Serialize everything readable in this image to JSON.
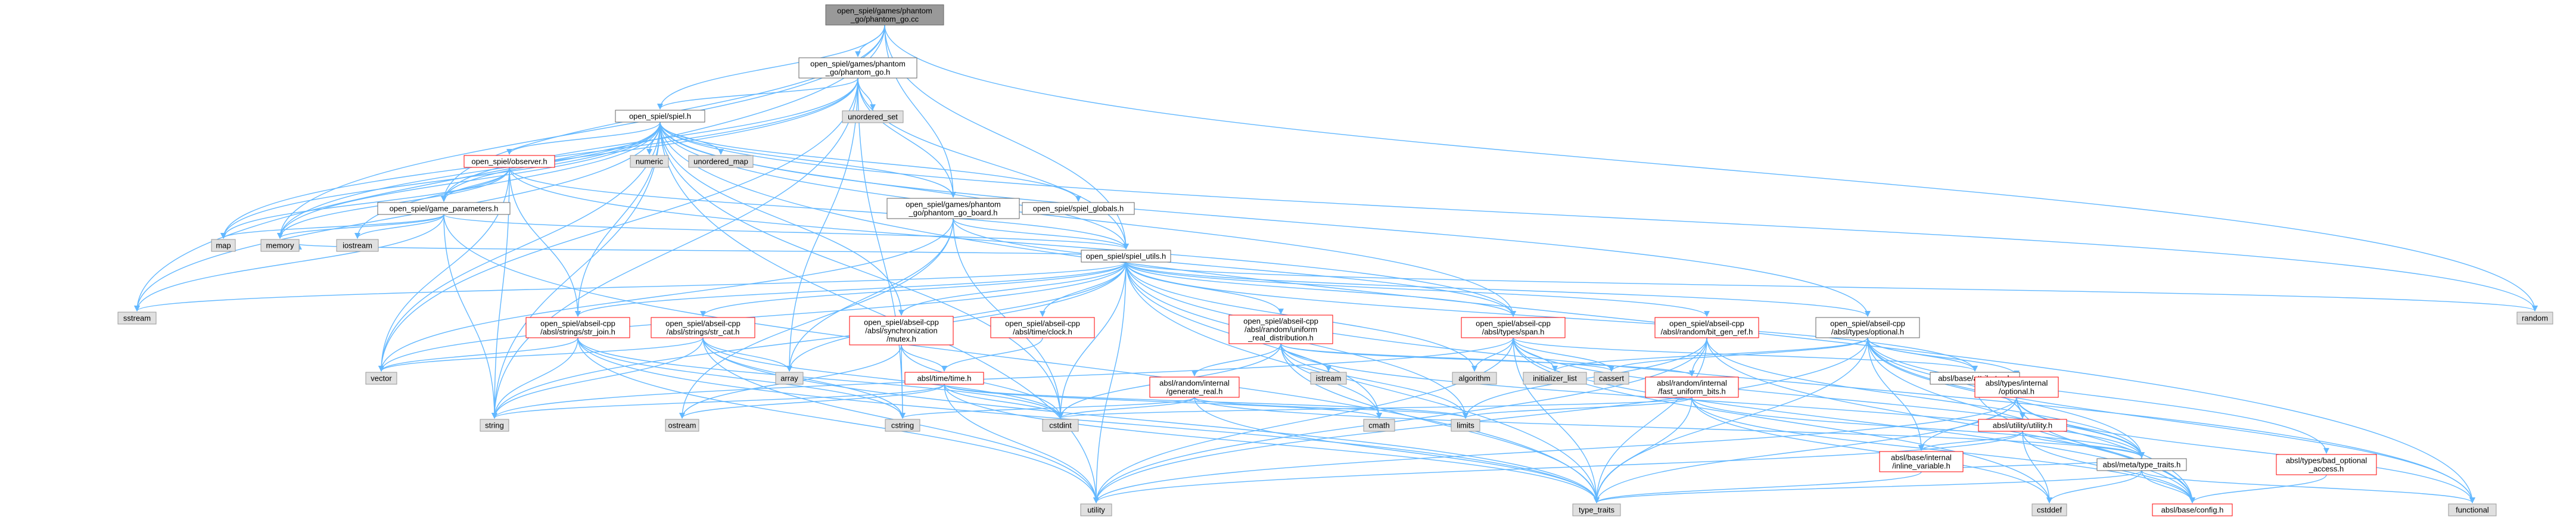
{
  "diagram": {
    "nodes": [
      {
        "id": "root",
        "kind": "root",
        "lines": [
          "open_spiel/games/phantom",
          "_go/phantom_go.cc"
        ]
      },
      {
        "id": "pg_h",
        "kind": "normal",
        "lines": [
          "open_spiel/games/phantom",
          "_go/phantom_go.h"
        ]
      },
      {
        "id": "spiel_h",
        "kind": "normal",
        "lines": [
          "open_spiel/spiel.h"
        ]
      },
      {
        "id": "unordered_set",
        "kind": "gray",
        "lines": [
          "unordered_set"
        ]
      },
      {
        "id": "numeric",
        "kind": "gray",
        "lines": [
          "numeric"
        ]
      },
      {
        "id": "unordered_map",
        "kind": "gray",
        "lines": [
          "unordered_map"
        ]
      },
      {
        "id": "observer_h",
        "kind": "red",
        "lines": [
          "open_spiel/observer.h"
        ]
      },
      {
        "id": "game_params_h",
        "kind": "normal",
        "lines": [
          "open_spiel/game_parameters.h"
        ]
      },
      {
        "id": "board_h",
        "kind": "normal",
        "lines": [
          "open_spiel/games/phantom",
          "_go/phantom_go_board.h"
        ]
      },
      {
        "id": "globals_h",
        "kind": "normal",
        "lines": [
          "open_spiel/spiel_globals.h"
        ]
      },
      {
        "id": "utils_h",
        "kind": "normal",
        "lines": [
          "open_spiel/spiel_utils.h"
        ]
      },
      {
        "id": "map",
        "kind": "gray",
        "lines": [
          "map"
        ]
      },
      {
        "id": "memory",
        "kind": "gray",
        "lines": [
          "memory"
        ]
      },
      {
        "id": "iostream",
        "kind": "gray",
        "lines": [
          "iostream"
        ]
      },
      {
        "id": "sstream",
        "kind": "gray",
        "lines": [
          "sstream"
        ]
      },
      {
        "id": "random",
        "kind": "gray",
        "lines": [
          "random"
        ]
      },
      {
        "id": "str_join_h",
        "kind": "red",
        "lines": [
          "open_spiel/abseil-cpp",
          "/absl/strings/str_join.h"
        ]
      },
      {
        "id": "str_cat_h",
        "kind": "red",
        "lines": [
          "open_spiel/abseil-cpp",
          "/absl/strings/str_cat.h"
        ]
      },
      {
        "id": "mutex_h",
        "kind": "red",
        "lines": [
          "open_spiel/abseil-cpp",
          "/absl/synchronization",
          "/mutex.h"
        ]
      },
      {
        "id": "clock_h",
        "kind": "red",
        "lines": [
          "open_spiel/abseil-cpp",
          "/absl/time/clock.h"
        ]
      },
      {
        "id": "uniform_h",
        "kind": "red",
        "lines": [
          "open_spiel/abseil-cpp",
          "/absl/random/uniform",
          "_real_distribution.h"
        ]
      },
      {
        "id": "span_h",
        "kind": "red",
        "lines": [
          "open_spiel/abseil-cpp",
          "/absl/types/span.h"
        ]
      },
      {
        "id": "bitgen_h",
        "kind": "red",
        "lines": [
          "open_spiel/abseil-cpp",
          "/absl/random/bit_gen_ref.h"
        ]
      },
      {
        "id": "optional_h",
        "kind": "normal",
        "lines": [
          "open_spiel/abseil-cpp",
          "/absl/types/optional.h"
        ]
      },
      {
        "id": "vector",
        "kind": "gray",
        "lines": [
          "vector"
        ]
      },
      {
        "id": "array",
        "kind": "gray",
        "lines": [
          "array"
        ]
      },
      {
        "id": "time_h",
        "kind": "red",
        "lines": [
          "absl/time/time.h"
        ]
      },
      {
        "id": "gen_real_h",
        "kind": "red",
        "lines": [
          "absl/random/internal",
          "/generate_real.h"
        ]
      },
      {
        "id": "istream",
        "kind": "gray",
        "lines": [
          "istream"
        ]
      },
      {
        "id": "algorithm",
        "kind": "gray",
        "lines": [
          "algorithm"
        ]
      },
      {
        "id": "init_list",
        "kind": "gray",
        "lines": [
          "initializer_list"
        ]
      },
      {
        "id": "cassert",
        "kind": "gray",
        "lines": [
          "cassert"
        ]
      },
      {
        "id": "fast_uniform_h",
        "kind": "red",
        "lines": [
          "absl/random/internal",
          "/fast_uniform_bits.h"
        ]
      },
      {
        "id": "attributes_h",
        "kind": "normal",
        "lines": [
          "absl/base/attributes.h"
        ]
      },
      {
        "id": "internal_opt_h",
        "kind": "red",
        "lines": [
          "absl/types/internal",
          "/optional.h"
        ]
      },
      {
        "id": "string",
        "kind": "gray",
        "lines": [
          "string"
        ]
      },
      {
        "id": "ostream",
        "kind": "gray",
        "lines": [
          "ostream"
        ]
      },
      {
        "id": "cstring",
        "kind": "gray",
        "lines": [
          "cstring"
        ]
      },
      {
        "id": "cstdint",
        "kind": "gray",
        "lines": [
          "cstdint"
        ]
      },
      {
        "id": "cmath",
        "kind": "gray",
        "lines": [
          "cmath"
        ]
      },
      {
        "id": "limits",
        "kind": "gray",
        "lines": [
          "limits"
        ]
      },
      {
        "id": "utility_h",
        "kind": "red",
        "lines": [
          "absl/utility/utility.h"
        ]
      },
      {
        "id": "inline_var_h",
        "kind": "red",
        "lines": [
          "absl/base/internal",
          "/inline_variable.h"
        ]
      },
      {
        "id": "type_traits_h",
        "kind": "normal",
        "lines": [
          "absl/meta/type_traits.h"
        ]
      },
      {
        "id": "bad_opt_h",
        "kind": "red",
        "lines": [
          "absl/types/bad_optional",
          "_access.h"
        ]
      },
      {
        "id": "utility",
        "kind": "gray",
        "lines": [
          "utility"
        ]
      },
      {
        "id": "type_traits",
        "kind": "gray",
        "lines": [
          "type_traits"
        ]
      },
      {
        "id": "cstddef",
        "kind": "gray",
        "lines": [
          "cstddef"
        ]
      },
      {
        "id": "config_h",
        "kind": "red",
        "lines": [
          "absl/base/config.h"
        ]
      },
      {
        "id": "functional",
        "kind": "gray",
        "lines": [
          "functional"
        ]
      }
    ],
    "edges": [
      [
        "root",
        "pg_h"
      ],
      [
        "root",
        "spiel_h"
      ],
      [
        "root",
        "game_params_h"
      ],
      [
        "root",
        "board_h"
      ],
      [
        "root",
        "utils_h"
      ],
      [
        "root",
        "sstream"
      ],
      [
        "root",
        "random"
      ],
      [
        "root",
        "memory"
      ],
      [
        "pg_h",
        "spiel_h"
      ],
      [
        "pg_h",
        "unordered_set"
      ],
      [
        "pg_h",
        "board_h"
      ],
      [
        "pg_h",
        "utils_h"
      ],
      [
        "pg_h",
        "array"
      ],
      [
        "pg_h",
        "cstring"
      ],
      [
        "pg_h",
        "map"
      ],
      [
        "pg_h",
        "vector"
      ],
      [
        "pg_h",
        "string"
      ],
      [
        "pg_h",
        "game_params_h"
      ],
      [
        "pg_h",
        "memory"
      ],
      [
        "spiel_h",
        "numeric"
      ],
      [
        "spiel_h",
        "unordered_map"
      ],
      [
        "spiel_h",
        "observer_h"
      ],
      [
        "spiel_h",
        "game_params_h"
      ],
      [
        "spiel_h",
        "globals_h"
      ],
      [
        "spiel_h",
        "utils_h"
      ],
      [
        "spiel_h",
        "map"
      ],
      [
        "spiel_h",
        "memory"
      ],
      [
        "spiel_h",
        "iostream"
      ],
      [
        "spiel_h",
        "sstream"
      ],
      [
        "spiel_h",
        "random"
      ],
      [
        "spiel_h",
        "str_join_h"
      ],
      [
        "spiel_h",
        "mutex_h"
      ],
      [
        "spiel_h",
        "span_h"
      ],
      [
        "spiel_h",
        "optional_h"
      ],
      [
        "spiel_h",
        "vector"
      ],
      [
        "spiel_h",
        "string"
      ],
      [
        "spiel_h",
        "functional"
      ],
      [
        "spiel_h",
        "cstdint"
      ],
      [
        "spiel_h",
        "utility"
      ],
      [
        "spiel_h",
        "board_h"
      ],
      [
        "observer_h",
        "game_params_h"
      ],
      [
        "observer_h",
        "utils_h"
      ],
      [
        "observer_h",
        "map"
      ],
      [
        "observer_h",
        "memory"
      ],
      [
        "observer_h",
        "str_join_h"
      ],
      [
        "observer_h",
        "vector"
      ],
      [
        "observer_h",
        "string"
      ],
      [
        "observer_h",
        "span_h"
      ],
      [
        "game_params_h",
        "utils_h"
      ],
      [
        "game_params_h",
        "map"
      ],
      [
        "game_params_h",
        "memory"
      ],
      [
        "game_params_h",
        "iostream"
      ],
      [
        "game_params_h",
        "sstream"
      ],
      [
        "game_params_h",
        "string"
      ],
      [
        "game_params_h",
        "type_traits"
      ],
      [
        "board_h",
        "utils_h"
      ],
      [
        "board_h",
        "array"
      ],
      [
        "board_h",
        "ostream"
      ],
      [
        "board_h",
        "cstdint"
      ],
      [
        "board_h",
        "vector"
      ],
      [
        "board_h",
        "span_h"
      ],
      [
        "utils_h",
        "str_join_h"
      ],
      [
        "utils_h",
        "str_cat_h"
      ],
      [
        "utils_h",
        "mutex_h"
      ],
      [
        "utils_h",
        "clock_h"
      ],
      [
        "utils_h",
        "uniform_h"
      ],
      [
        "utils_h",
        "span_h"
      ],
      [
        "utils_h",
        "bitgen_h"
      ],
      [
        "utils_h",
        "optional_h"
      ],
      [
        "utils_h",
        "vector"
      ],
      [
        "utils_h",
        "array"
      ],
      [
        "utils_h",
        "string"
      ],
      [
        "utils_h",
        "sstream"
      ],
      [
        "utils_h",
        "random"
      ],
      [
        "utils_h",
        "algorithm"
      ],
      [
        "utils_h",
        "cmath"
      ],
      [
        "utils_h",
        "cstdint"
      ],
      [
        "utils_h",
        "utility"
      ],
      [
        "utils_h",
        "type_traits"
      ],
      [
        "utils_h",
        "functional"
      ],
      [
        "utils_h",
        "limits"
      ],
      [
        "utils_h",
        "memory"
      ],
      [
        "utils_h",
        "attributes_h"
      ],
      [
        "str_join_h",
        "vector"
      ],
      [
        "str_join_h",
        "string"
      ],
      [
        "str_join_h",
        "cstring"
      ],
      [
        "str_join_h",
        "utility"
      ],
      [
        "str_join_h",
        "type_traits"
      ],
      [
        "str_join_h",
        "cstdint"
      ],
      [
        "str_cat_h",
        "array"
      ],
      [
        "str_cat_h",
        "cstdint"
      ],
      [
        "str_cat_h",
        "string"
      ],
      [
        "str_cat_h",
        "vector"
      ],
      [
        "str_cat_h",
        "utility"
      ],
      [
        "str_cat_h",
        "type_traits"
      ],
      [
        "str_cat_h",
        "cstring"
      ],
      [
        "mutex_h",
        "cstdint"
      ],
      [
        "mutex_h",
        "cstring"
      ],
      [
        "mutex_h",
        "time_h"
      ],
      [
        "mutex_h",
        "ostream"
      ],
      [
        "clock_h",
        "time_h"
      ],
      [
        "time_h",
        "string"
      ],
      [
        "time_h",
        "cmath"
      ],
      [
        "time_h",
        "cstdint"
      ],
      [
        "time_h",
        "limits"
      ],
      [
        "time_h",
        "utility"
      ],
      [
        "time_h",
        "type_traits"
      ],
      [
        "time_h",
        "ostream"
      ],
      [
        "uniform_h",
        "gen_real_h"
      ],
      [
        "uniform_h",
        "fast_uniform_h"
      ],
      [
        "uniform_h",
        "istream"
      ],
      [
        "uniform_h",
        "limits"
      ],
      [
        "uniform_h",
        "cmath"
      ],
      [
        "uniform_h",
        "cstdint"
      ],
      [
        "uniform_h",
        "type_traits"
      ],
      [
        "uniform_h",
        "cassert"
      ],
      [
        "uniform_h",
        "type_traits_h"
      ],
      [
        "gen_real_h",
        "cstdint"
      ],
      [
        "gen_real_h",
        "cstring"
      ],
      [
        "gen_real_h",
        "limits"
      ],
      [
        "gen_real_h",
        "type_traits"
      ],
      [
        "gen_real_h",
        "type_traits_h"
      ],
      [
        "span_h",
        "algorithm"
      ],
      [
        "span_h",
        "init_list"
      ],
      [
        "span_h",
        "cassert"
      ],
      [
        "span_h",
        "cstddef"
      ],
      [
        "span_h",
        "string"
      ],
      [
        "span_h",
        "type_traits"
      ],
      [
        "span_h",
        "utility"
      ],
      [
        "span_h",
        "attributes_h"
      ],
      [
        "span_h",
        "type_traits_h"
      ],
      [
        "span_h",
        "config_h"
      ],
      [
        "bitgen_h",
        "fast_uniform_h"
      ],
      [
        "bitgen_h",
        "limits"
      ],
      [
        "bitgen_h",
        "type_traits"
      ],
      [
        "bitgen_h",
        "utility"
      ],
      [
        "bitgen_h",
        "type_traits_h"
      ],
      [
        "bitgen_h",
        "config_h"
      ],
      [
        "fast_uniform_h",
        "cstddef"
      ],
      [
        "fast_uniform_h",
        "cstdint"
      ],
      [
        "fast_uniform_h",
        "limits"
      ],
      [
        "fast_uniform_h",
        "type_traits"
      ],
      [
        "fast_uniform_h",
        "config_h"
      ],
      [
        "fast_uniform_h",
        "type_traits_h"
      ],
      [
        "optional_h",
        "attributes_h"
      ],
      [
        "optional_h",
        "internal_opt_h"
      ],
      [
        "optional_h",
        "inline_var_h"
      ],
      [
        "optional_h",
        "type_traits_h"
      ],
      [
        "optional_h",
        "utility_h"
      ],
      [
        "optional_h",
        "bad_opt_h"
      ],
      [
        "optional_h",
        "cassert"
      ],
      [
        "optional_h",
        "functional"
      ],
      [
        "optional_h",
        "init_list"
      ],
      [
        "optional_h",
        "type_traits"
      ],
      [
        "optional_h",
        "utility"
      ],
      [
        "optional_h",
        "config_h"
      ],
      [
        "internal_opt_h",
        "functional"
      ],
      [
        "internal_opt_h",
        "new_utility"
      ],
      [
        "internal_opt_h",
        "type_traits"
      ],
      [
        "internal_opt_h",
        "utility"
      ],
      [
        "internal_opt_h",
        "inline_var_h"
      ],
      [
        "internal_opt_h",
        "type_traits_h"
      ],
      [
        "internal_opt_h",
        "utility_h"
      ],
      [
        "internal_opt_h",
        "config_h"
      ],
      [
        "utility_h",
        "cstddef"
      ],
      [
        "utility_h",
        "tuple_skip"
      ],
      [
        "utility_h",
        "utility"
      ],
      [
        "utility_h",
        "inline_var_h"
      ],
      [
        "utility_h",
        "type_traits_h"
      ],
      [
        "utility_h",
        "config_h"
      ],
      [
        "inline_var_h",
        "type_traits"
      ],
      [
        "inline_var_h",
        "type_traits_h"
      ],
      [
        "type_traits_h",
        "cstddef"
      ],
      [
        "type_traits_h",
        "functional"
      ],
      [
        "type_traits_h",
        "type_traits"
      ],
      [
        "type_traits_h",
        "config_h"
      ],
      [
        "bad_opt_h",
        "config_h"
      ],
      [
        "attributes_h",
        "config_h"
      ]
    ]
  }
}
